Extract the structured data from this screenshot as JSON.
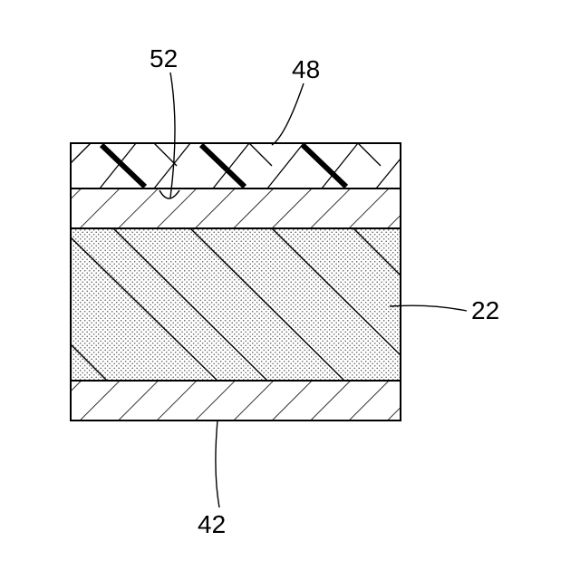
{
  "figure": {
    "labels": {
      "outer_layer": "48",
      "interface": "52",
      "core_layer": "22",
      "base_layer": "42"
    }
  }
}
